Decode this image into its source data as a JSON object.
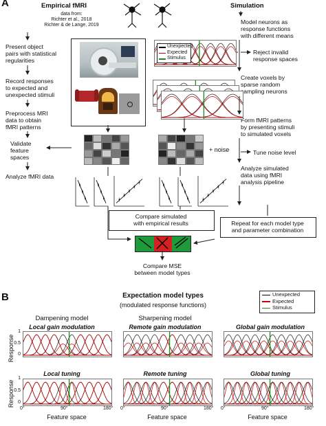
{
  "panel_a": {
    "letter": "A",
    "left_title": "Empirical fMRI",
    "data_from": [
      "data from:",
      "Richter et al., 2018",
      "Richter & de Lange, 2019"
    ],
    "right_title": "Simulation",
    "left_steps": {
      "present": [
        "Present object",
        "pairs with statistical",
        "regularities"
      ],
      "record": [
        "Record responses",
        "to expected and",
        "unexpected stimuli"
      ],
      "preprocess": [
        "Preprocess MRI",
        "data to obtain",
        "fMRI patterns"
      ],
      "validate": [
        "Validate",
        "feature",
        "spaces"
      ],
      "analyze": "Analyze fMRI data"
    },
    "right_steps": {
      "model": [
        "Model neurons as",
        "response functions",
        "with different means"
      ],
      "reject": [
        "Reject invalid",
        "response spaces"
      ],
      "voxels": [
        "Create voxels by",
        "sparse random",
        "sampling neurons"
      ],
      "form": [
        "Form fMRI patterns",
        "by presenting stimuli",
        "to simulated voxels"
      ],
      "tune": "Tune noise level",
      "analyze_sim": [
        "Analyze simulated",
        "data using fMRI",
        "analysis pipeline"
      ]
    },
    "noise_label": "+ noise",
    "legend": {
      "unexpected": "Unexpected",
      "expected": "Expected",
      "stimulus": "Stimulus"
    },
    "compare": [
      "Compare simulated",
      "with empirical results"
    ],
    "repeat": [
      "Repeat for each model type",
      "and parameter combination"
    ],
    "mse": [
      "Compare MSE",
      "between model types"
    ]
  },
  "panel_b": {
    "letter": "B",
    "title": "Expectation model types",
    "subtitle": "(modulated response functions)",
    "legend": {
      "unexpected": "Unexpected",
      "expected": "Expected",
      "stimulus": "Stimulus"
    },
    "columns": [
      {
        "header": "Dampening model",
        "top": "Local gain modulation",
        "bottom": "Local tuning"
      },
      {
        "header": "Sharpening model",
        "top": "Remote gain modulation",
        "bottom": "Remote tuning"
      },
      {
        "header": "",
        "top": "Global gain modulation",
        "bottom": "Global tuning"
      }
    ],
    "ylabel": "Response",
    "yticks": [
      "1",
      "0.5",
      "0"
    ],
    "xticks": [
      "0°",
      "90°",
      "180°"
    ],
    "xlabel": "Feature space"
  },
  "colors": {
    "unexpected": "#000000",
    "expected": "#cc0000",
    "stimulus": "#1a8a1a",
    "brand_green": "#1f9a3a",
    "brand_red": "#d42020"
  }
}
